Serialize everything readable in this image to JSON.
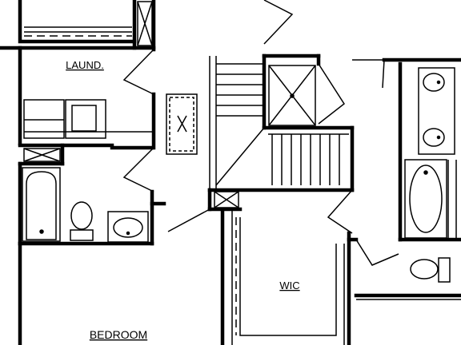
{
  "rooms": {
    "laundry": "LAUND.",
    "wic": "WIC",
    "bedroom": "BEDROOM"
  },
  "colors": {
    "wall": "#000000",
    "background": "#ffffff"
  },
  "icons": [
    "washer-icon",
    "dryer-icon",
    "bathtub-icon",
    "toilet-icon",
    "sink-icon",
    "shower-icon",
    "stair-icon",
    "attic-access-icon",
    "door-swing-icon"
  ]
}
